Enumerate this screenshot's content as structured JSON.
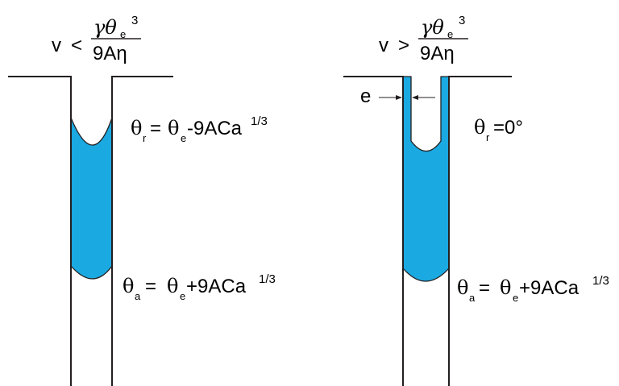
{
  "left_panel": {
    "condition": {
      "lhs": "v",
      "op": "<",
      "numerator": "γθ",
      "numerator_sub": "e",
      "numerator_sup": "3",
      "denominator": "9Aη"
    },
    "receding": {
      "symbol": "θ",
      "sub": "r",
      "eq": "=",
      "rhs_symbol": "θ",
      "rhs_sub": "e",
      "rhs_rest": "-9ACa",
      "sup": "1/3"
    },
    "advancing": {
      "symbol": "θ",
      "sub": "a",
      "eq": "=",
      "rhs_symbol": "θ",
      "rhs_sub": "e",
      "rhs_rest": "+9ACa",
      "sup": "1/3"
    }
  },
  "right_panel": {
    "condition": {
      "lhs": "v",
      "op": ">",
      "numerator": "γθ",
      "numerator_sub": "e",
      "numerator_sup": "3",
      "denominator": "9Aη"
    },
    "film_label": "e",
    "receding": {
      "symbol": "θ",
      "sub": "r",
      "rest": "=0°"
    },
    "advancing": {
      "symbol": "θ",
      "sub": "a",
      "eq": "=",
      "rhs_symbol": "θ",
      "rhs_sub": "e",
      "rhs_rest": "+9ACa",
      "sup": "1/3"
    }
  },
  "colors": {
    "liquid": "#1ba9e1",
    "stroke": "#231f20"
  }
}
